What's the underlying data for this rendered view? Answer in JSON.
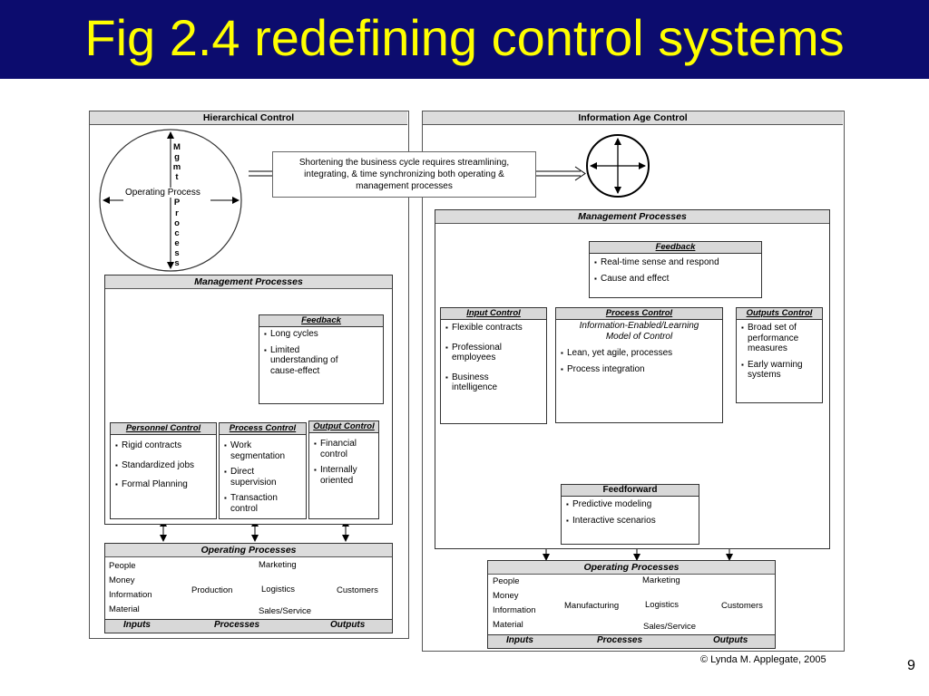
{
  "slide": {
    "title": "Fig 2.4 redefining control systems",
    "page_number": "9",
    "copyright": "© Lynda M. Applegate, 2005",
    "colors": {
      "title_bar": "#0c0c6e",
      "title_text": "#ffff00"
    }
  },
  "callout": {
    "text_line1": "Shortening the business cycle requires streamlining,",
    "text_line2": "integrating, & time synchronizing  both operating &",
    "text_line3": "management processes"
  },
  "left": {
    "header": "Hierarchical Control",
    "circle": {
      "horizontal_label": "Operating Process",
      "vertical_letters": [
        "M",
        "g",
        "m",
        "t",
        "P",
        "r",
        "o",
        "c",
        "e",
        "s",
        "s"
      ]
    },
    "management": {
      "title": "Management Processes",
      "feedback": {
        "title": "Feedback",
        "items": [
          "Long cycles",
          "Limited understanding of cause-effect"
        ]
      },
      "personnel": {
        "title": "Personnel Control",
        "items": [
          "Rigid contracts",
          "Standardized jobs",
          "Formal Planning"
        ]
      },
      "process": {
        "title": "Process Control",
        "items": [
          "Work segmentation",
          "Direct supervision",
          "Transaction control"
        ]
      },
      "output": {
        "title": "Output Control",
        "items": [
          "Financial control",
          "Internally oriented"
        ]
      }
    },
    "operating": {
      "title": "Operating Processes",
      "inputs": [
        "People",
        "Money",
        "Information",
        "Material"
      ],
      "center": "Production",
      "marketing": "Marketing",
      "logistics": "Logistics",
      "sales": "Sales/Service",
      "customers": "Customers",
      "footer": [
        "Inputs",
        "Processes",
        "Outputs"
      ]
    }
  },
  "right": {
    "header": "Information Age Control",
    "management": {
      "title": "Management Processes",
      "feedback": {
        "title": "Feedback",
        "items": [
          "Real-time sense and respond",
          "Cause and effect"
        ]
      },
      "input": {
        "title": "Input Control",
        "items": [
          "Flexible contracts",
          "Professional employees",
          "Business intelligence"
        ]
      },
      "process": {
        "title": "Process Control",
        "subtitle": "Information-Enabled/Learning Model of Control",
        "items": [
          "Lean, yet agile, processes",
          "Process integration"
        ]
      },
      "outputs": {
        "title": "Outputs Control",
        "items": [
          "Broad set of performance measures",
          "Early warning systems"
        ]
      },
      "feedforward": {
        "title": "Feedforward",
        "items": [
          "Predictive modeling",
          "Interactive scenarios"
        ]
      }
    },
    "operating": {
      "title": "Operating Processes",
      "inputs": [
        "People",
        "Money",
        "Information",
        "Material"
      ],
      "center": "Manufacturing",
      "marketing": "Marketing",
      "logistics": "Logistics",
      "sales": "Sales/Service",
      "customers": "Customers",
      "footer": [
        "Inputs",
        "Processes",
        "Outputs"
      ]
    }
  }
}
